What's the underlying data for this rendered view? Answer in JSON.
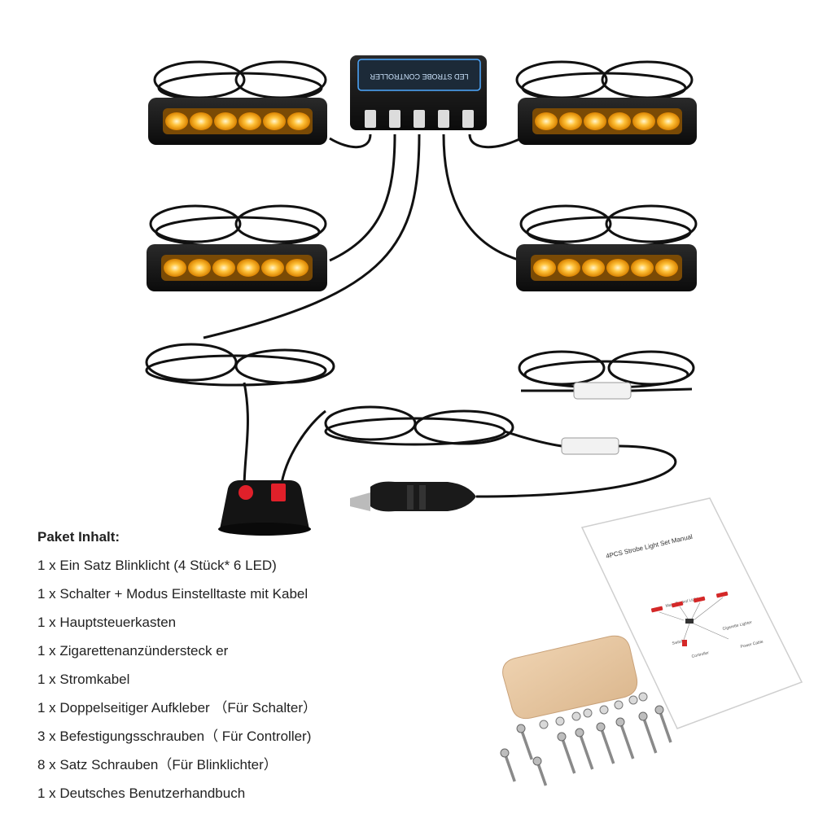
{
  "controller": {
    "label": "LED STROBE CONTROLLER"
  },
  "manual": {
    "title": "4PCS Strobe Light Set Manual",
    "labels": [
      "Main Control Light",
      "Cigarette Lighter",
      "Switch",
      "Power Cable",
      "Controller"
    ]
  },
  "package": {
    "heading": "Paket Inhalt:",
    "items": [
      "1 x Ein Satz Blinklicht (4 Stück* 6 LED)",
      "1 x Schalter + Modus Einstelltaste  mit Kabel",
      "1 x Hauptsteuerkasten",
      "1 x Zigarettenanzündersteck er",
      "1 x Stromkabel",
      "1 x Doppelseitiger Aufkleber （Für Schalter）",
      "3 x Befestigungsschrauben（ Für Controller)",
      "8 x Satz Schrauben（Für Blinklichter）",
      "1 x Deutsches Benutzerhandbuch"
    ]
  },
  "colors": {
    "led_amber": "#ffb020",
    "housing": "#151515",
    "cable": "#111111",
    "switch_red": "#e0202a",
    "pad": "#e9c9a4"
  }
}
